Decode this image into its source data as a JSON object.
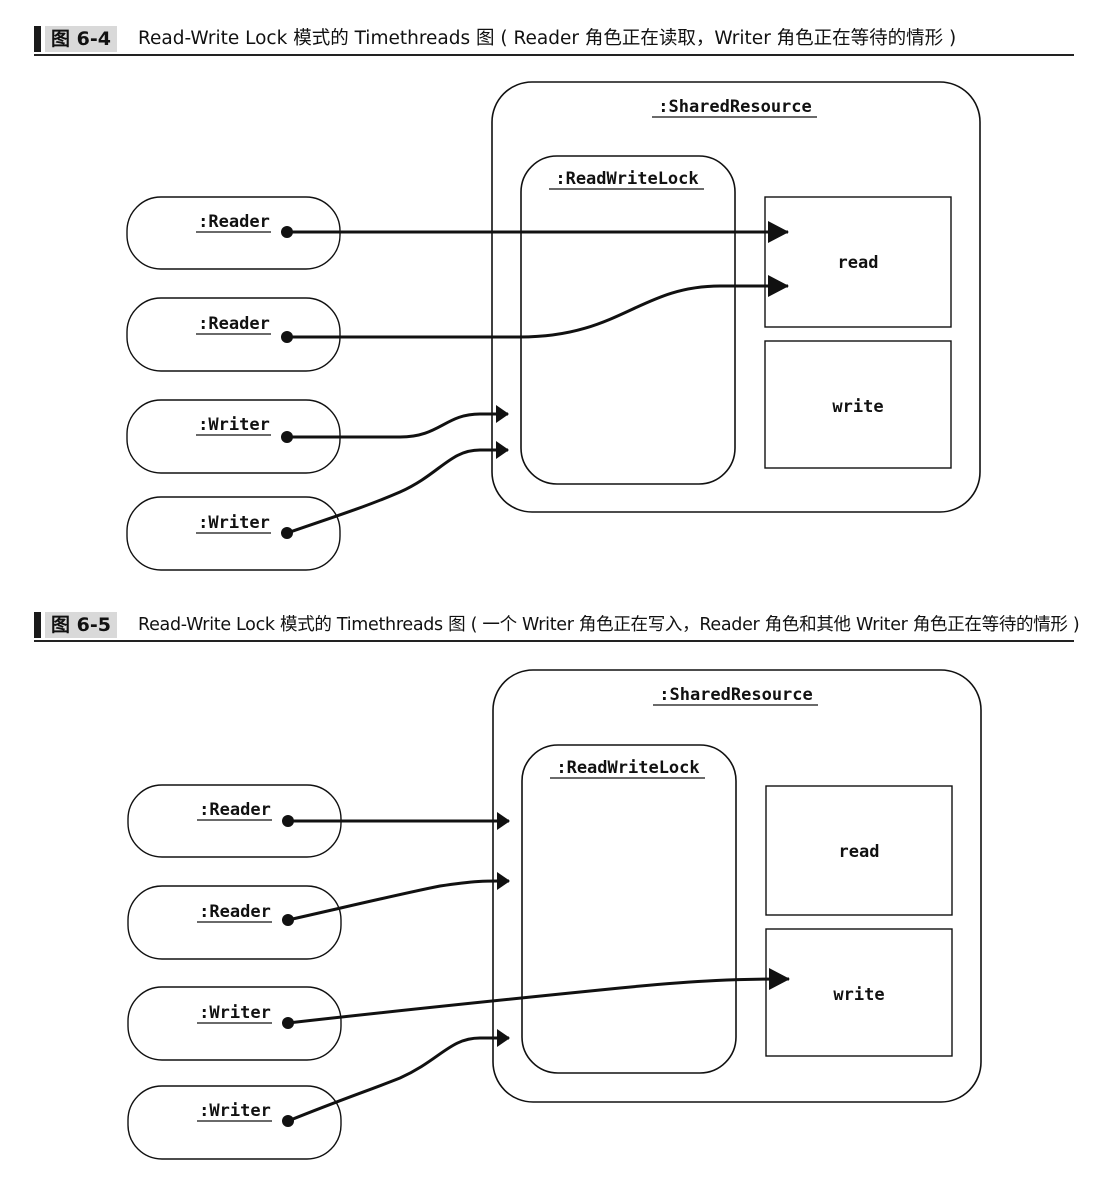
{
  "figures": [
    {
      "number": "图 6-4",
      "caption": "Read-Write Lock 模式的 Timethreads 图 ( Reader 角色正在读取，Writer 角色正在等待的情形 )",
      "shared_resource": ":SharedResource",
      "lock": ":ReadWriteLock",
      "methods": [
        "read",
        "write"
      ],
      "threads": [
        ":Reader",
        ":Reader",
        ":Writer",
        ":Writer"
      ]
    },
    {
      "number": "图 6-5",
      "caption": "Read-Write Lock 模式的 Timethreads 图 ( 一个 Writer 角色正在写入，Reader 角色和其他 Writer 角色正在等待的情形 )",
      "shared_resource": ":SharedResource",
      "lock": ":ReadWriteLock",
      "methods": [
        "read",
        "write"
      ],
      "threads": [
        ":Reader",
        ":Reader",
        ":Writer",
        ":Writer"
      ]
    }
  ]
}
